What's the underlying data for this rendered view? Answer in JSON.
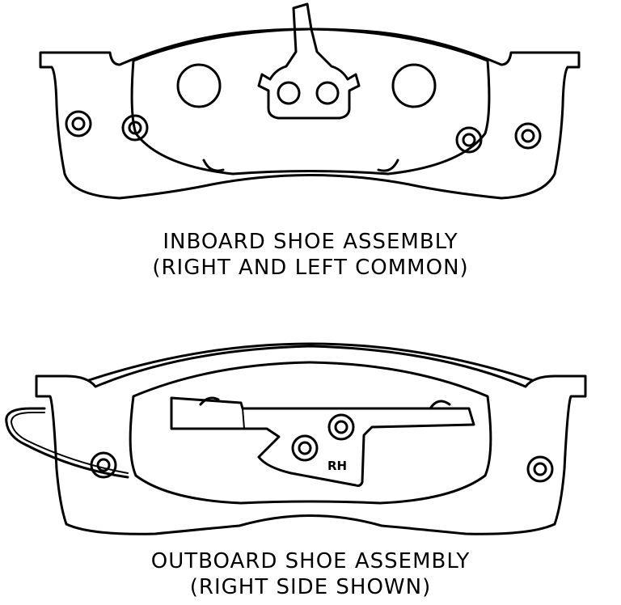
{
  "inboard": {
    "caption_line1": "INBOARD SHOE ASSEMBLY",
    "caption_line2": "(RIGHT AND LEFT COMMON)"
  },
  "outboard": {
    "caption_line1": "OUTBOARD SHOE ASSEMBLY",
    "caption_line2": "(RIGHT SIDE SHOWN)",
    "side_marking": "RH"
  },
  "colors": {
    "ink": "#000000",
    "paper": "#ffffff"
  }
}
